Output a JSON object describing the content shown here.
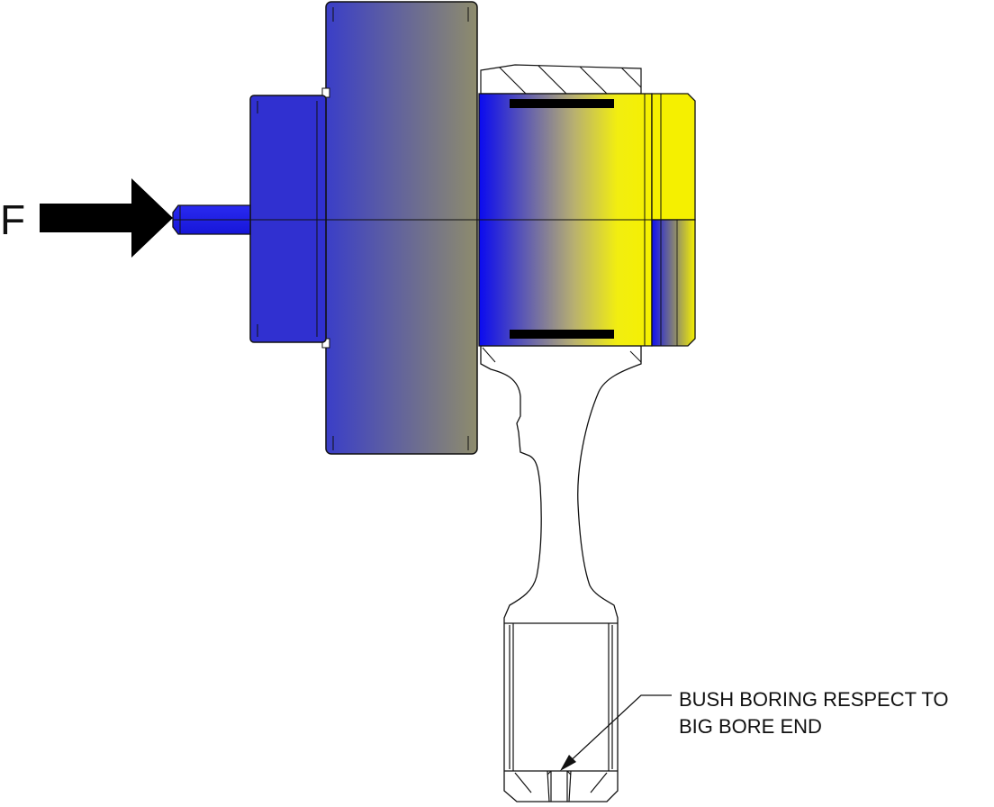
{
  "labels": {
    "force": "F",
    "note_line1": "BUSH BORING RESPECT TO",
    "note_line2": "BIG BORE END"
  },
  "colors": {
    "blue": "#2020e0",
    "slate_blue": "#4a4eb8",
    "olive_gray": "#8c8c70",
    "yellow": "#f5f000",
    "outline": "#111111",
    "arrow_fill": "#000000"
  },
  "icons": {
    "force_arrow": "right-arrow-icon",
    "leader_arrow": "leader-arrow-icon"
  }
}
